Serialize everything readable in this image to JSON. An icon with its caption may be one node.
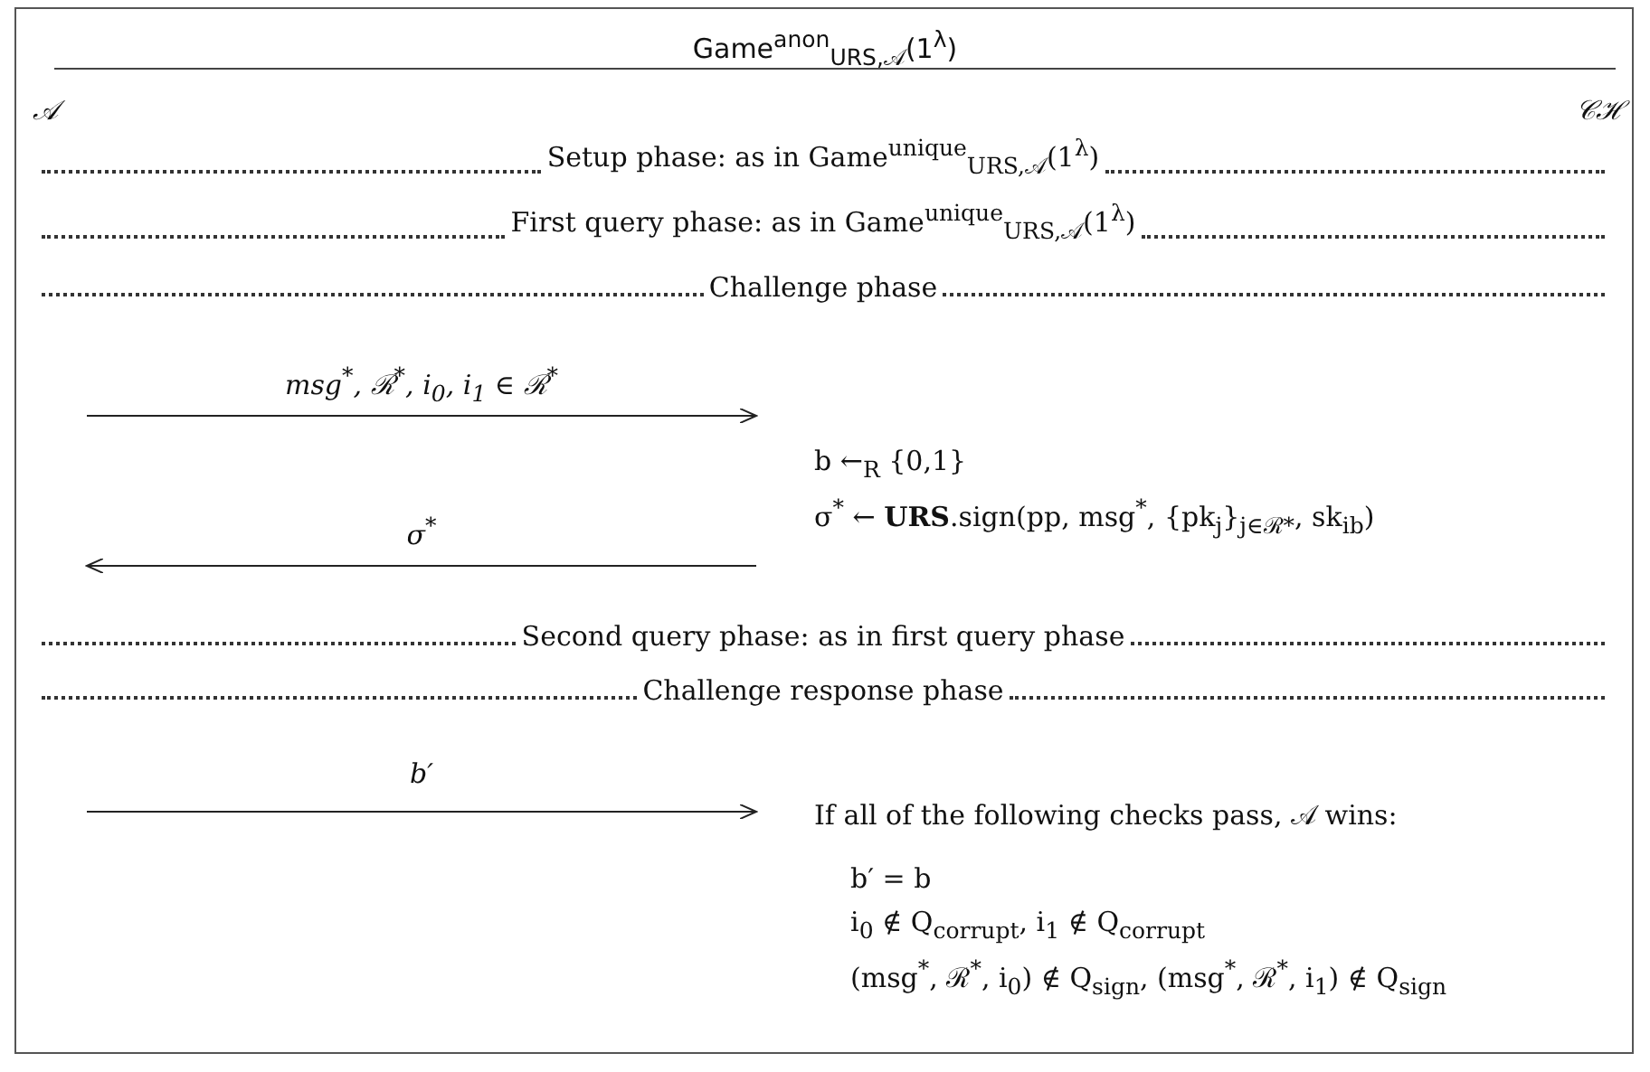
{
  "diagram": {
    "title": "Game$^{anon}$$_{URS,𝒜}$(1$^{λ}$)",
    "nodes": [
      {
        "text": [
          "b ←$_{R}$ {0,1}",
          "σ$^{*}$ ← **URS**.sign(pp, msg$^{*}$, {pk$_{j}$}$_{j∈ℛ*}$, sk$_{ib}$)"
        ]
      },
      {
        "text": [
          "If all of the following checks pass, 𝒜 wins:",
          "b′ = b",
          "i$_{0}$ ∉ Q$_{corrupt}$, i$_{1}$ ∉ Q$_{corrupt}$",
          "(msg$^{*}$, ℛ$^{*}$, i$_{0}$) ∉ Q$_{sign}$, (msg$^{*}$, ℛ$^{*}$, i$_{1}$) ∉ Q$_{sign}$"
        ]
      }
    ],
    "edges": [
      {
        "from": null,
        "to": 0,
        "arrow": "to",
        "label": "msg$^{*}$, ℛ$^{*}$, i$_{0}$, i$_{1}$ ∈ ℛ$^{*}$"
      },
      {
        "from": 0,
        "to": null,
        "arrow": "to",
        "label": "σ$^{*}$"
      },
      {
        "from": null,
        "to": 1,
        "arrow": "to",
        "label": "b′"
      }
    ],
    "labels": [
      "𝒜",
      "𝒞ℋ",
      "Setup phase: as in Game$^{unique}$$_{URS,𝒜}$(1$^{λ}$)",
      "First query phase: as in Game$^{unique}$$_{URS,𝒜}$(1$^{λ}$)",
      "Challenge phase",
      "Second query phase: as in first query phase",
      "Challenge response phase"
    ]
  }
}
